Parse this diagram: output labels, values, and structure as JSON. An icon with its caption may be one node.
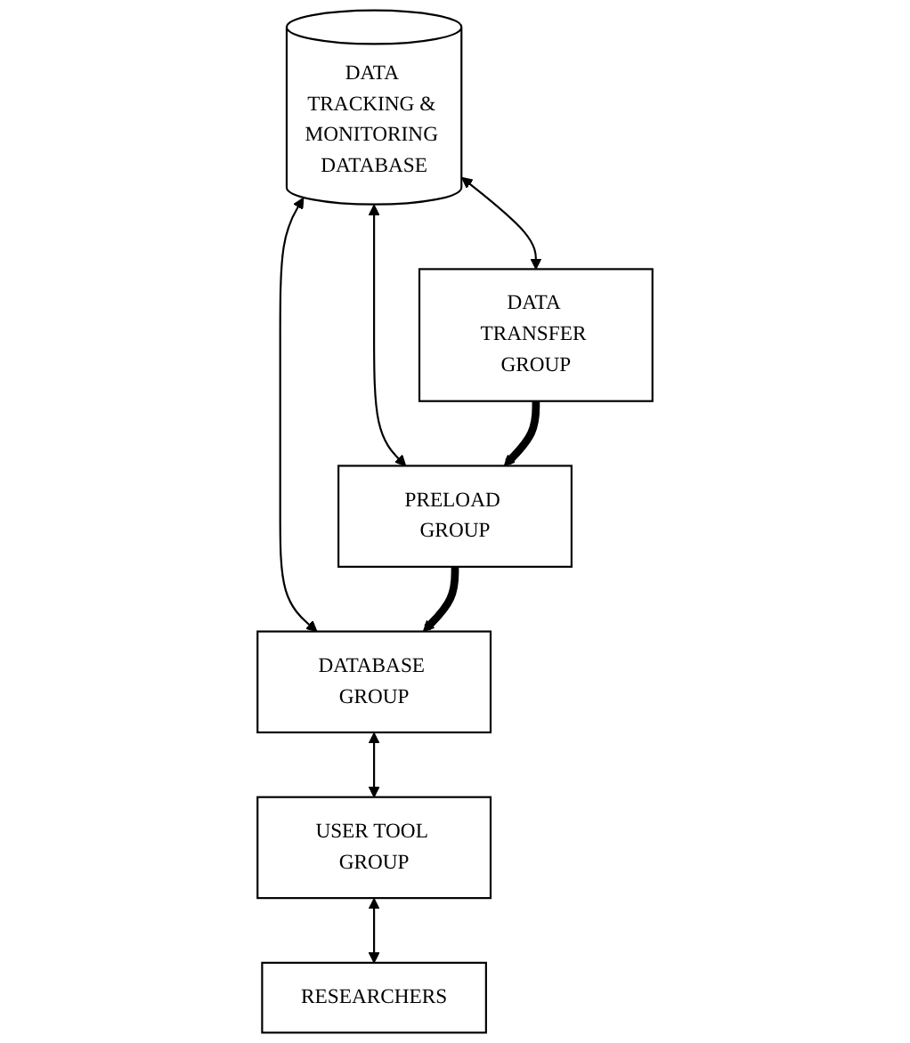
{
  "diagram": {
    "nodes": [
      {
        "text": [
          "DATA TRACKING & MONITORING DATABASE"
        ]
      },
      {
        "text": [
          "DATA TRANSFER GROUP"
        ]
      },
      {
        "text": [
          "PRELOAD GROUP"
        ]
      },
      {
        "text": [
          "DATABASE GROUP"
        ]
      },
      {
        "text": [
          "USER TOOL GROUP"
        ]
      },
      {
        "text": [
          "RESEARCHERS"
        ]
      }
    ],
    "edges": [
      {
        "from": 0,
        "to": 1,
        "arrow": "both"
      },
      {
        "from": 0,
        "to": 2,
        "arrow": "both"
      },
      {
        "from": 0,
        "to": 3,
        "arrow": "both"
      },
      {
        "from": 1,
        "to": 2,
        "arrow": "to",
        "style": "thick"
      },
      {
        "from": 2,
        "to": 3,
        "arrow": "to",
        "style": "thick"
      },
      {
        "from": 3,
        "to": 4,
        "arrow": "both"
      },
      {
        "from": 4,
        "to": 5,
        "arrow": "both"
      }
    ]
  }
}
